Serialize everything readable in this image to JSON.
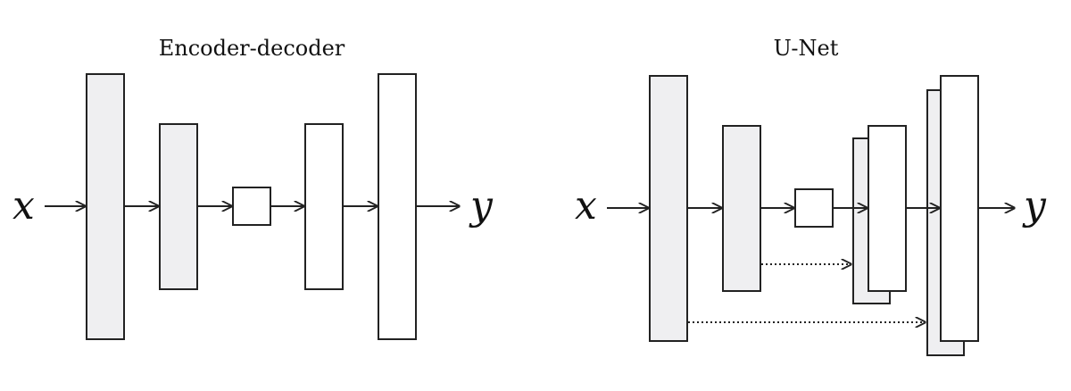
{
  "diagram": {
    "colors": {
      "shaded": "#efeff1",
      "plain": "#ffffff",
      "stroke": "#222222"
    },
    "left": {
      "title": "Encoder-decoder",
      "input": "x",
      "output": "y"
    },
    "right": {
      "title": "U-Net",
      "input": "x",
      "output": "y"
    }
  }
}
